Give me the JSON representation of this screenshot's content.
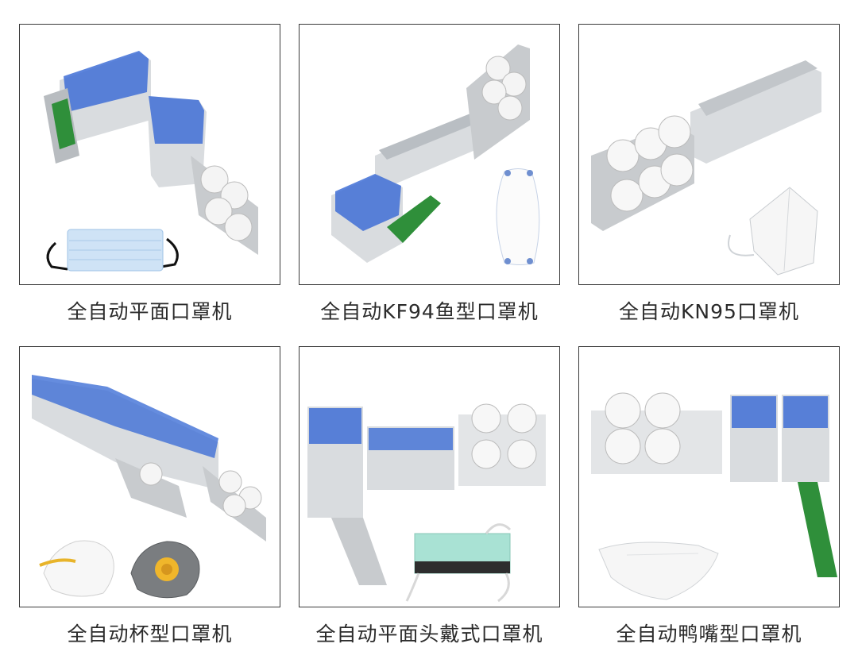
{
  "products": [
    {
      "caption": "全自动平面口罩机",
      "machine": "flat-mask-machine-icon",
      "mask": "flat-mask-icon"
    },
    {
      "caption": "全自动KF94鱼型口罩机",
      "machine": "kf94-machine-icon",
      "mask": "kf94-mask-icon"
    },
    {
      "caption": "全自动KN95口罩机",
      "machine": "kn95-machine-icon",
      "mask": "kn95-mask-icon"
    },
    {
      "caption": "全自动杯型口罩机",
      "machine": "cup-mask-machine-icon",
      "mask": "cup-mask-icon"
    },
    {
      "caption": "全自动平面头戴式口罩机",
      "machine": "headband-machine-icon",
      "mask": "headband-mask-icon"
    },
    {
      "caption": "全自动鸭嘴型口罩机",
      "machine": "duckbill-machine-icon",
      "mask": "duckbill-mask-icon"
    }
  ],
  "colors": {
    "frame": "#3a3a3a",
    "caption": "#2b2b2b",
    "panel_blue": "#3f6fd6",
    "belt_green": "#2f8f3a",
    "machine_gray": "#d9dcdf"
  }
}
